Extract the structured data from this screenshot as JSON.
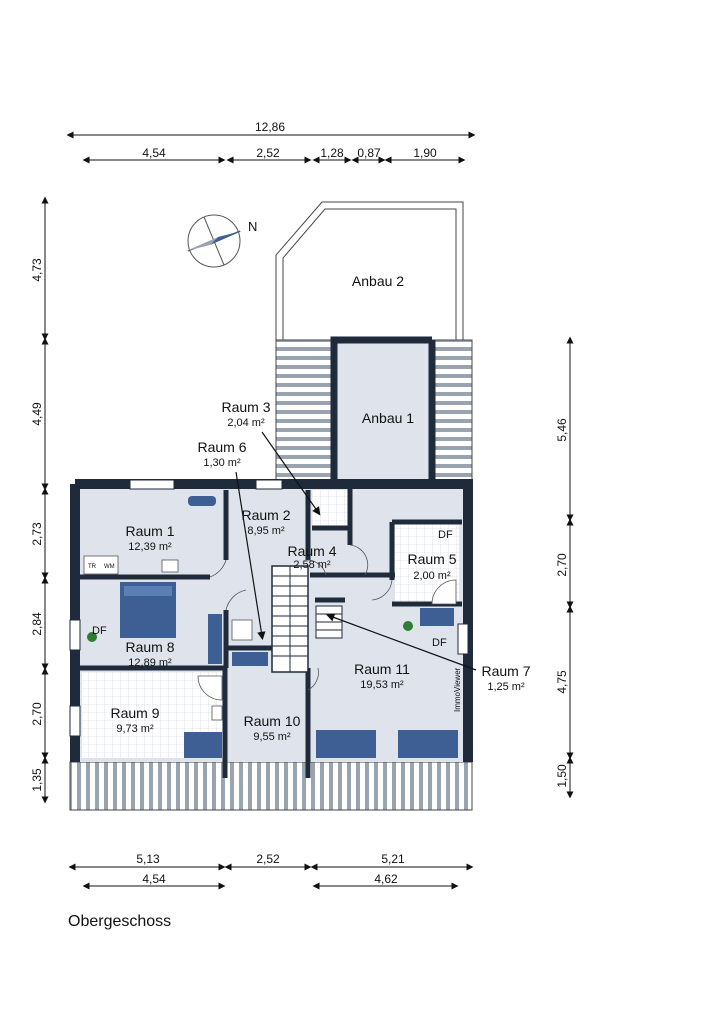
{
  "plan": {
    "caption": "Obergeschoss",
    "compass_label": "N",
    "watermark": "ImmoViewer",
    "rooms": [
      {
        "id": "anbau2",
        "name": "Anbau 2",
        "area": ""
      },
      {
        "id": "anbau1",
        "name": "Anbau 1",
        "area": ""
      },
      {
        "id": "raum3",
        "name": "Raum 3",
        "area": "2,04 m²"
      },
      {
        "id": "raum6",
        "name": "Raum 6",
        "area": "1,30 m²"
      },
      {
        "id": "raum1",
        "name": "Raum 1",
        "area": "12,39 m²"
      },
      {
        "id": "raum2",
        "name": "Raum 2",
        "area": "8,95 m²"
      },
      {
        "id": "raum4",
        "name": "Raum 4",
        "area": "2,58 m²"
      },
      {
        "id": "raum5",
        "name": "Raum 5",
        "area": "2,00 m²"
      },
      {
        "id": "raum8",
        "name": "Raum 8",
        "area": "12,89 m²"
      },
      {
        "id": "raum7",
        "name": "Raum 7",
        "area": "1,25 m²"
      },
      {
        "id": "raum11",
        "name": "Raum 11",
        "area": "19,53 m²"
      },
      {
        "id": "raum9",
        "name": "Raum 9",
        "area": "9,73 m²"
      },
      {
        "id": "raum10",
        "name": "Raum 10",
        "area": "9,55 m²"
      }
    ],
    "fixtures": {
      "df": "DF",
      "tr": "TR",
      "wm": "WM"
    },
    "dims_top": {
      "total": "12,86",
      "d1": "4,54",
      "d2": "2,52",
      "d3": "1,28",
      "d4": "0,87",
      "d5": "1,90"
    },
    "dims_left": {
      "a": "4,73",
      "b": "4,49",
      "c": "2,73",
      "d": "2,84",
      "e": "2,70",
      "f": "1,35"
    },
    "dims_right": {
      "a": "5,46",
      "b": "2,70",
      "c": "4,75",
      "d": "1,50"
    },
    "dims_bottom": {
      "a": "5,13",
      "b": "2,52",
      "c": "5,21",
      "d": "4,54",
      "e": "4,62"
    },
    "colors": {
      "wall": "#1f2a3a",
      "floor": "#dfe4ec",
      "bath_tile": "#ffffff",
      "furniture": "#3d5f93",
      "plant": "#2e7d32"
    }
  }
}
